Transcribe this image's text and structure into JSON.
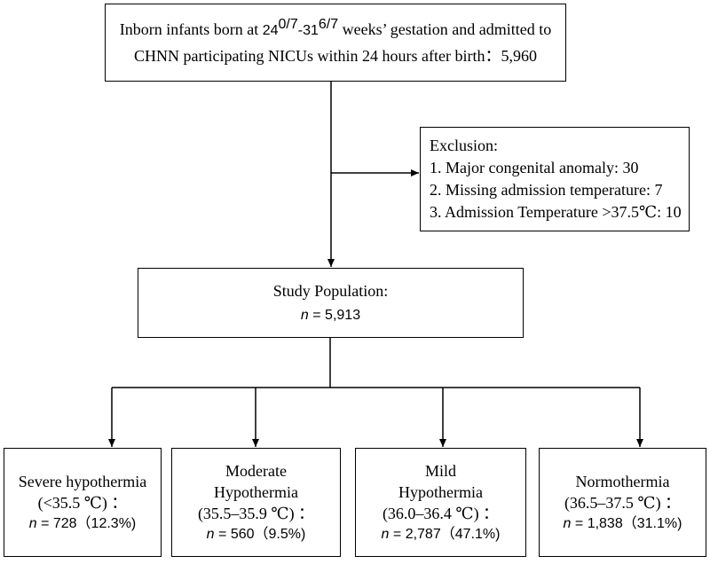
{
  "top": {
    "line1_a": "Inborn infants born at ",
    "ga_start": "24",
    "ga_start_sup": "0/7",
    "ga_dash": "-31",
    "ga_end_sup": "6/7",
    "line1_b": " weeks’ gestation and admitted to",
    "line2": "CHNN participating NICUs within 24 hours after birth：5,960"
  },
  "exclusion": {
    "title": "Exclusion:",
    "items": [
      "1. Major congenital anomaly: 30",
      "2. Missing admission temperature: 7",
      "3. Admission Temperature >37.5℃: 10"
    ]
  },
  "study": {
    "title": "Study Population:",
    "n_label": "n",
    "n_value": " = 5,913"
  },
  "categories": [
    {
      "line1": "Severe hypothermia",
      "range": "(<35.5 ℃) ：",
      "n_label": "n",
      "n_value": " = 728（12.3%)"
    },
    {
      "line1": "Moderate",
      "line2": "Hypothermia",
      "range": "(35.5–35.9 ℃) ：",
      "n_label": "n",
      "n_value": " = 560（9.5%)"
    },
    {
      "line1": "Mild",
      "line2": "Hypothermia",
      "range": "(36.0–36.4 ℃) ：",
      "n_label": "n",
      "n_value": " = 2,787（47.1%)"
    },
    {
      "line1": "Normothermia",
      "range": "(36.5–37.5 ℃) ：",
      "n_label": "n",
      "n_value": " = 1,838（31.1%)"
    }
  ]
}
